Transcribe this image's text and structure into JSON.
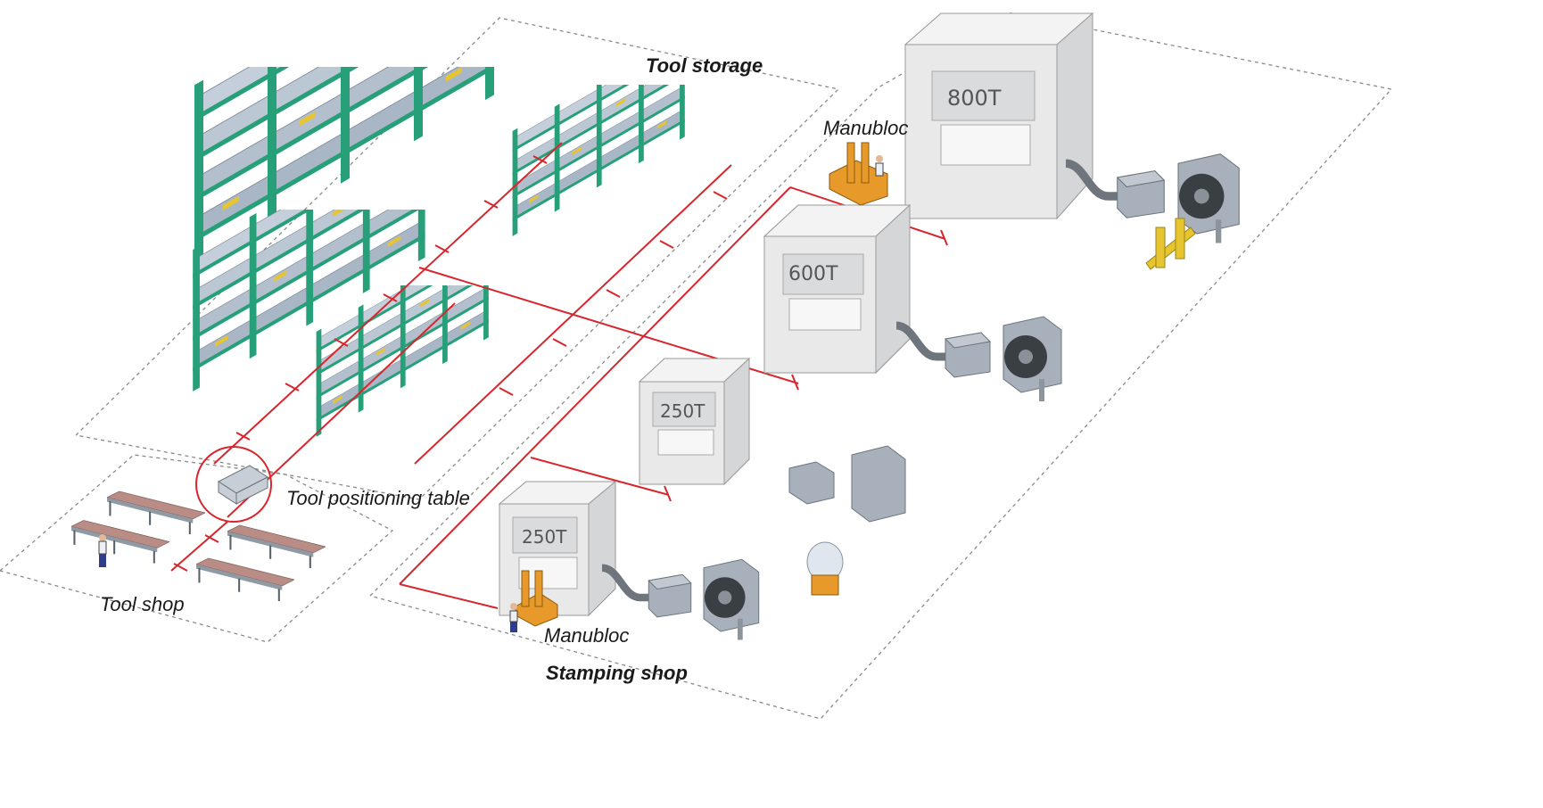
{
  "labels": {
    "tool_storage": "Tool storage",
    "manubloc_top": "Manubloc",
    "tool_positioning_table": "Tool positioning table",
    "tool_shop": "Tool shop",
    "manubloc_bottom": "Manubloc",
    "stamping_shop": "Stamping shop"
  },
  "presses": {
    "press_800": "800T",
    "press_600": "600T",
    "press_250_upper": "250T",
    "press_250_lower": "250T"
  },
  "colors": {
    "route_line": "#d7262e",
    "rack_frame": "#27a07a",
    "rack_shelf": "#a9b6c6",
    "yellow_arm": "#e7c531",
    "press_body": "#e9e9ea",
    "bench_top": "#b98c86",
    "coil_machine": "#a8b1bb",
    "manubloc": "#e79a2a"
  }
}
